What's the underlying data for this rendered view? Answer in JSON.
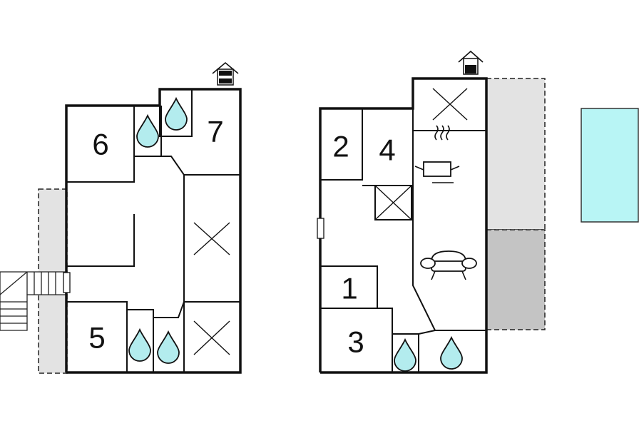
{
  "rooms": {
    "r1": "1",
    "r2": "2",
    "r3": "3",
    "r4": "4",
    "r5": "5",
    "r6": "6",
    "r7": "7"
  },
  "icons": {
    "bathroom": "water-drop-icon",
    "cross": "cross-icon",
    "kitchen": "cooking-pot-icon",
    "living": "sofa-icon",
    "chimney": "house-chimney-icon",
    "stairs": "stairs-icon",
    "door": "door-icon",
    "pool": "pool-shape"
  },
  "colors": {
    "water": "#b3ecee",
    "pool": "#b8f5f5",
    "terrace": "#e3e3e3",
    "covered_terrace": "#c4c4c4",
    "walls": "#111111"
  }
}
